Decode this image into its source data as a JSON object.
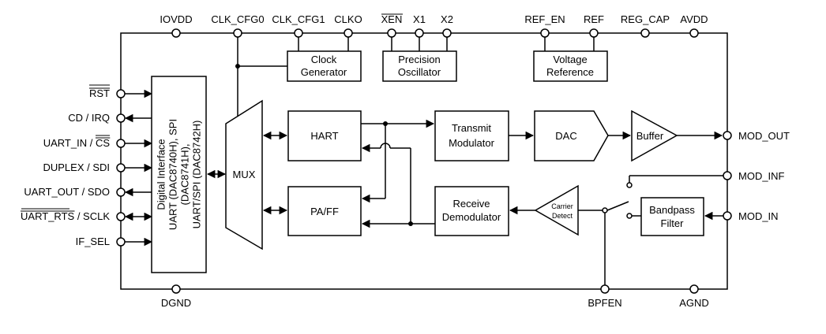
{
  "top_pins": {
    "iovdd": "IOVDD",
    "clk_cfg0": "CLK_CFG0",
    "clk_cfg1": "CLK_CFG1",
    "clko": "CLKO",
    "xen": "XEN",
    "x1": "X1",
    "x2": "X2",
    "ref_en": "REF_EN",
    "ref": "REF",
    "reg_cap": "REG_CAP",
    "avdd": "AVDD"
  },
  "left_pins": {
    "rst": "RST",
    "cd_irq": "CD / IRQ",
    "uart_in_prefix": "UART_IN / ",
    "uart_in_cs": "CS",
    "duplex_sdi": "DUPLEX / SDI",
    "uart_out_sdo": "UART_OUT / SDO",
    "uart_rts": "UART_RTS",
    "sclk_suffix": " / SCLK",
    "if_sel": "IF_SEL"
  },
  "right_pins": {
    "mod_out": "MOD_OUT",
    "mod_inf": "MOD_INF",
    "mod_in": "MOD_IN"
  },
  "bottom_pins": {
    "dgnd": "DGND",
    "bpfen": "BPFEN",
    "agnd": "AGND"
  },
  "blocks": {
    "clock_gen_line1": "Clock",
    "clock_gen_line2": "Generator",
    "prec_osc_line1": "Precision",
    "prec_osc_line2": "Oscillator",
    "vref_line1": "Voltage",
    "vref_line2": "Reference",
    "digital_line1": "Digital Interface",
    "digital_line2": "UART (DAC8740H), SPI",
    "digital_line3": "(DAC8741H),",
    "digital_line4": "UART/SPI (DAC8742H)",
    "mux": "MUX",
    "hart": "HART",
    "paff": "PA/FF",
    "tx_mod_line1": "Transmit",
    "tx_mod_line2": "Modulator",
    "rx_demod_line1": "Receive",
    "rx_demod_line2": "Demodulator",
    "dac": "DAC",
    "buffer": "Buffer",
    "carrier_line1": "Carrier",
    "carrier_line2": "Detect",
    "bandpass_line1": "Bandpass",
    "bandpass_line2": "Filter"
  }
}
